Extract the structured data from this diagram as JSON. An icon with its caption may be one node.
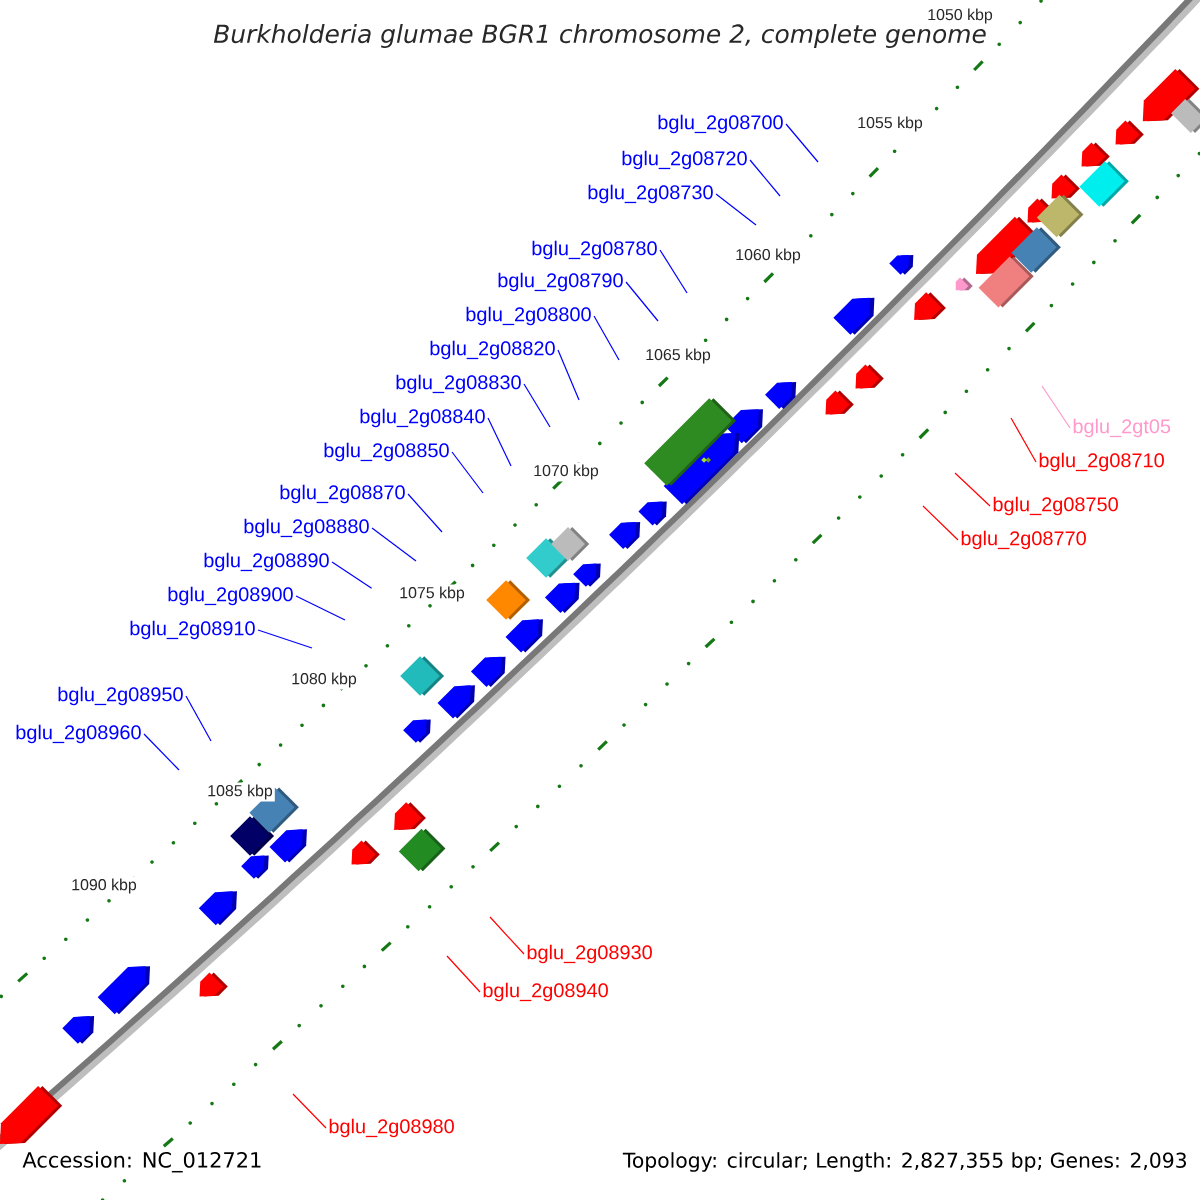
{
  "diagram": {
    "title": "Burkholderia glumae BGR1 chromosome 2, complete genome",
    "nodes": [
      {
        "text": [
          "bglu_2g08700"
        ]
      },
      {
        "text": [
          "bglu_2g08720"
        ]
      },
      {
        "text": [
          "bglu_2g08730"
        ]
      },
      {
        "text": [
          "bglu_2g08780"
        ]
      },
      {
        "text": [
          "bglu_2g08790"
        ]
      },
      {
        "text": [
          "bglu_2g08800"
        ]
      },
      {
        "text": [
          "bglu_2g08820"
        ]
      },
      {
        "text": [
          "bglu_2g08830"
        ]
      },
      {
        "text": [
          "bglu_2g08840"
        ]
      },
      {
        "text": [
          "bglu_2gt05"
        ]
      },
      {
        "text": [
          "bglu_2g08850"
        ]
      },
      {
        "text": [
          "bglu_2g08710"
        ]
      },
      {
        "text": [
          "bglu_2g08870"
        ]
      },
      {
        "text": [
          "bglu_2g08750"
        ]
      },
      {
        "text": [
          "bglu_2g08880"
        ]
      },
      {
        "text": [
          "bglu_2g08770"
        ]
      },
      {
        "text": [
          "bglu_2g08890"
        ]
      },
      {
        "text": [
          "bglu_2g08900"
        ]
      },
      {
        "text": [
          "bglu_2g08910"
        ]
      },
      {
        "text": [
          "bglu_2g08950"
        ]
      },
      {
        "text": [
          "bglu_2g08960"
        ]
      },
      {
        "text": [
          "bglu_2g08930"
        ]
      },
      {
        "text": [
          "bglu_2g08940"
        ]
      },
      {
        "text": [
          "bglu_2g08980"
        ]
      }
    ],
    "edges": [
      {
        "from": 0,
        "to": null,
        "arrow": "none"
      },
      {
        "from": 1,
        "to": null,
        "arrow": "none"
      },
      {
        "from": 2,
        "to": null,
        "arrow": "none"
      },
      {
        "from": 3,
        "to": null,
        "arrow": "none"
      },
      {
        "from": 4,
        "to": null,
        "arrow": "none"
      },
      {
        "from": 5,
        "to": null,
        "arrow": "none"
      },
      {
        "from": 6,
        "to": null,
        "arrow": "none"
      },
      {
        "from": 7,
        "to": null,
        "arrow": "none"
      },
      {
        "from": 8,
        "to": null,
        "arrow": "none"
      },
      {
        "from": 9,
        "to": null,
        "arrow": "none",
        "color": "#ff99cc"
      },
      {
        "from": 10,
        "to": null,
        "arrow": "none"
      },
      {
        "from": 11,
        "to": null,
        "arrow": "none",
        "color": "#ff0000"
      },
      {
        "from": 12,
        "to": null,
        "arrow": "none"
      },
      {
        "from": 13,
        "to": null,
        "arrow": "none",
        "color": "#ff0000"
      },
      {
        "from": 14,
        "to": null,
        "arrow": "none"
      },
      {
        "from": 15,
        "to": null,
        "arrow": "none",
        "color": "#ff0000"
      },
      {
        "from": 16,
        "to": null,
        "arrow": "none"
      },
      {
        "from": 17,
        "to": null,
        "arrow": "none"
      },
      {
        "from": 18,
        "to": null,
        "arrow": "none"
      },
      {
        "from": 19,
        "to": null,
        "arrow": "none"
      },
      {
        "from": 20,
        "to": null,
        "arrow": "none"
      },
      {
        "from": 21,
        "to": null,
        "arrow": "none",
        "color": "#ff0000"
      },
      {
        "from": 22,
        "to": null,
        "arrow": "none",
        "color": "#ff0000"
      },
      {
        "from": 23,
        "to": null,
        "arrow": "none",
        "color": "#ff0000"
      }
    ],
    "labels": [
      "1050 kbp",
      "1055 kbp",
      "1060 kbp",
      "1065 kbp",
      "1070 kbp",
      "1075 kbp",
      "1080 kbp",
      "1085 kbp",
      "1090 kbp",
      "Accession: NC_012721",
      "Topology: circular; Length: 2,827,355 bp; Genes: 2,093"
    ]
  }
}
